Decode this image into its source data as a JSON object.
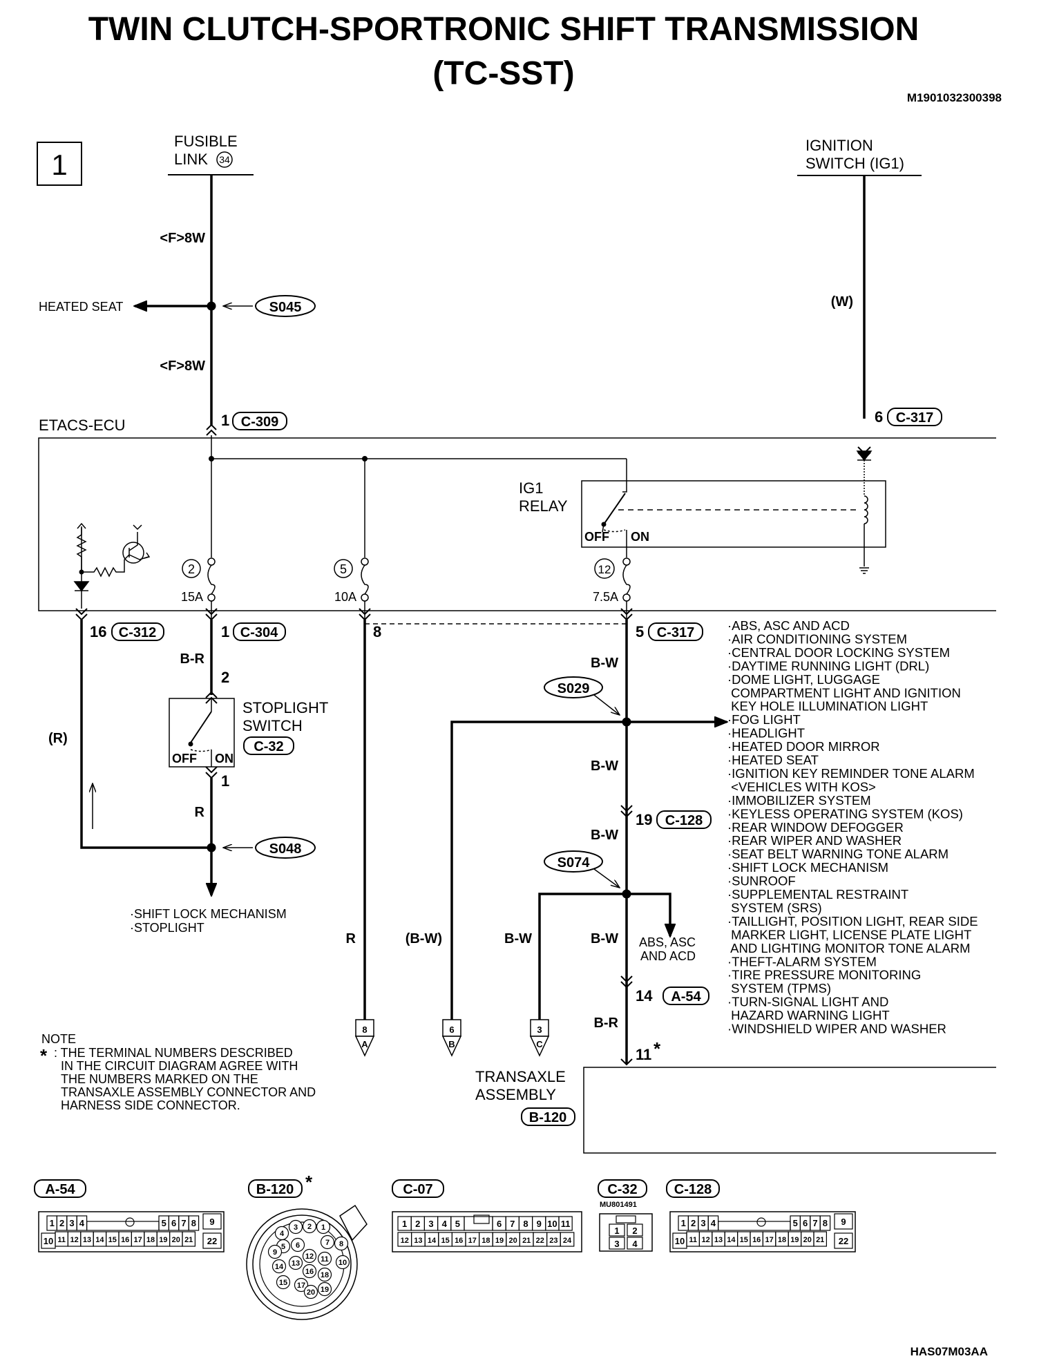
{
  "header": {
    "title_line1": "TWIN CLUTCH-SPORTRONIC SHIFT TRANSMISSION",
    "title_line2": "(TC-SST)",
    "doc_code": "M1901032300398",
    "page_number": "1",
    "figure_code": "HAS07M03AA"
  },
  "sources": {
    "fusible_link_line1": "FUSIBLE",
    "fusible_link_line2": "LINK",
    "fusible_link_number": "34",
    "ignition_line1": "IGNITION",
    "ignition_line2": "SWITCH (IG1)"
  },
  "wires": {
    "f8w_top": "<F>8W",
    "f8w_bottom": "<F>8W",
    "w": "(W)",
    "br": "B-R",
    "r_left": "(R)",
    "r_stop": "R",
    "r_8": "R",
    "bw_paren": "(B-W)",
    "bw_1": "B-W",
    "bw_2": "B-W",
    "bw_3": "B-W",
    "bw_4": "B-W",
    "bw_5": "B-W",
    "br_bottom": "B-R"
  },
  "splices": {
    "s045": "S045",
    "s048": "S048",
    "s029": "S029",
    "s074": "S074"
  },
  "ecu": {
    "name": "ETACS-ECU",
    "relay_line1": "IG1",
    "relay_line2": "RELAY",
    "off": "OFF",
    "on": "ON",
    "fuse2_num": "2",
    "fuse2_rating": "15A",
    "fuse5_num": "5",
    "fuse5_rating": "10A",
    "fuse12_num": "12",
    "fuse12_rating": "7.5A"
  },
  "connectors": {
    "c309_pin": "1",
    "c309": "C-309",
    "c317_top_pin": "6",
    "c317_top": "C-317",
    "c312_pin": "16",
    "c312": "C-312",
    "c304_pin": "1",
    "c304": "C-304",
    "pin8": "8",
    "c317_bottom_pin": "5",
    "c317_bottom": "C-317",
    "stop_pin2": "2",
    "stop_pin1": "1",
    "c32": "C-32",
    "c128_pin": "19",
    "c128": "C-128",
    "a54_pin": "14",
    "a54": "A-54",
    "trans_pin": "11",
    "trans_star": "*",
    "b120": "B-120"
  },
  "components": {
    "heated_seat": "HEATED SEAT",
    "stoplight_line1": "STOPLIGHT",
    "stoplight_line2": "SWITCH",
    "stop_off": "OFF",
    "stop_on": "ON",
    "left_dest_1": "·SHIFT LOCK MECHANISM",
    "left_dest_2": "·STOPLIGHT",
    "abs_line1": "ABS, ASC",
    "abs_line2": "AND ACD",
    "trans_line1": "TRANSAXLE",
    "trans_line2": "ASSEMBLY"
  },
  "offpage": [
    {
      "num": "8",
      "letter": "A"
    },
    {
      "num": "6",
      "letter": "B"
    },
    {
      "num": "3",
      "letter": "C"
    }
  ],
  "systems": [
    "·ABS, ASC AND ACD",
    "·AIR CONDITIONING SYSTEM",
    "·CENTRAL DOOR LOCKING SYSTEM",
    "·DAYTIME RUNNING LIGHT (DRL)",
    "·DOME LIGHT, LUGGAGE",
    " COMPARTMENT LIGHT AND IGNITION",
    " KEY HOLE ILLUMINATION LIGHT",
    "·FOG LIGHT",
    "·HEADLIGHT",
    "·HEATED DOOR MIRROR",
    "·HEATED SEAT",
    "·IGNITION KEY REMINDER TONE ALARM",
    " <VEHICLES WITH KOS>",
    "·IMMOBILIZER SYSTEM",
    "·KEYLESS OPERATING SYSTEM (KOS)",
    "·REAR WINDOW DEFOGGER",
    "·REAR WIPER AND WASHER",
    "·SEAT BELT WARNING TONE ALARM",
    "·SHIFT LOCK MECHANISM",
    "·SUNROOF",
    "·SUPPLEMENTAL RESTRAINT",
    " SYSTEM (SRS)",
    "·TAILLIGHT, POSITION LIGHT, REAR SIDE",
    " MARKER LIGHT, LICENSE PLATE LIGHT",
    " AND LIGHTING MONITOR TONE ALARM",
    "·THEFT-ALARM SYSTEM",
    "·TIRE PRESSURE MONITORING",
    " SYSTEM (TPMS)",
    "·TURN-SIGNAL LIGHT AND",
    " HAZARD WARNING LIGHT",
    "·WINDSHIELD WIPER AND WASHER"
  ],
  "note": {
    "heading": "NOTE",
    "star": "*",
    "line1": ": THE TERMINAL NUMBERS DESCRIBED",
    "line2": "IN THE CIRCUIT DIAGRAM AGREE WITH",
    "line3": "THE NUMBERS MARKED ON THE",
    "line4": "TRANSAXLE ASSEMBLY CONNECTOR AND",
    "line5": "HARNESS SIDE CONNECTOR."
  },
  "faces": {
    "a54_label": "A-54",
    "b120_label": "B-120",
    "b120_star": "*",
    "c07_label": "C-07",
    "c32_label": "C-32",
    "c32_part": "MU801491",
    "c128_label": "C-128",
    "std22_top": [
      "1",
      "2",
      "3",
      "4",
      "5",
      "6",
      "7",
      "8",
      "9"
    ],
    "std22_bottom": [
      "10",
      "11",
      "12",
      "13",
      "14",
      "15",
      "16",
      "17",
      "18",
      "19",
      "20",
      "21",
      "22"
    ],
    "c07_top": [
      "1",
      "2",
      "3",
      "4",
      "5",
      "6",
      "7",
      "8",
      "9",
      "10",
      "11"
    ],
    "c07_bottom": [
      "12",
      "13",
      "14",
      "15",
      "16",
      "17",
      "18",
      "19",
      "20",
      "21",
      "22",
      "23",
      "24"
    ],
    "c32_pins": [
      "1",
      "2",
      "3",
      "4"
    ],
    "b120_pins": [
      "1",
      "2",
      "3",
      "4",
      "5",
      "6",
      "7",
      "8",
      "9",
      "10",
      "11",
      "12",
      "13",
      "14",
      "15",
      "16",
      "17",
      "18",
      "19",
      "20"
    ]
  }
}
